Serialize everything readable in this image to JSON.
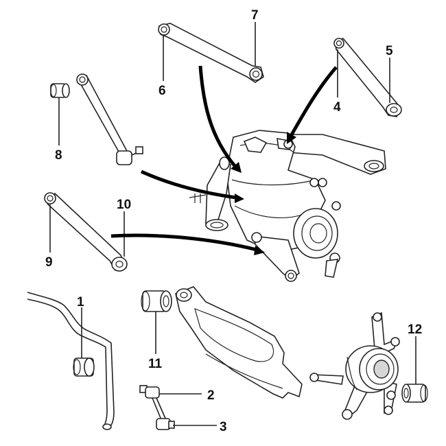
{
  "parts": [
    {
      "id": "1",
      "label": "1",
      "icon": "stabilizer-bar-with-bushing"
    },
    {
      "id": "2",
      "label": "2",
      "icon": "stabilizer-link-upper-joint"
    },
    {
      "id": "3",
      "label": "3",
      "icon": "stabilizer-link-lower-joint"
    },
    {
      "id": "4",
      "label": "4",
      "icon": "camber-arm-upper-bushing"
    },
    {
      "id": "5",
      "label": "5",
      "icon": "camber-arm-lower-bushing"
    },
    {
      "id": "6",
      "label": "6",
      "icon": "thrust-arm-front-bushing"
    },
    {
      "id": "7",
      "label": "7",
      "icon": "thrust-arm-rear-bushing"
    },
    {
      "id": "8",
      "label": "8",
      "icon": "track-rod-bushing"
    },
    {
      "id": "9",
      "label": "9",
      "icon": "lower-control-arm-front-bushing"
    },
    {
      "id": "10",
      "label": "10",
      "icon": "lower-control-arm-rear-bushing"
    },
    {
      "id": "11",
      "label": "11",
      "icon": "spring-link-bushing"
    },
    {
      "id": "12",
      "label": "12",
      "icon": "wheel-carrier-bushing"
    }
  ],
  "colors": {
    "line": "#222222",
    "arrow": "#000000",
    "background": "#ffffff"
  }
}
